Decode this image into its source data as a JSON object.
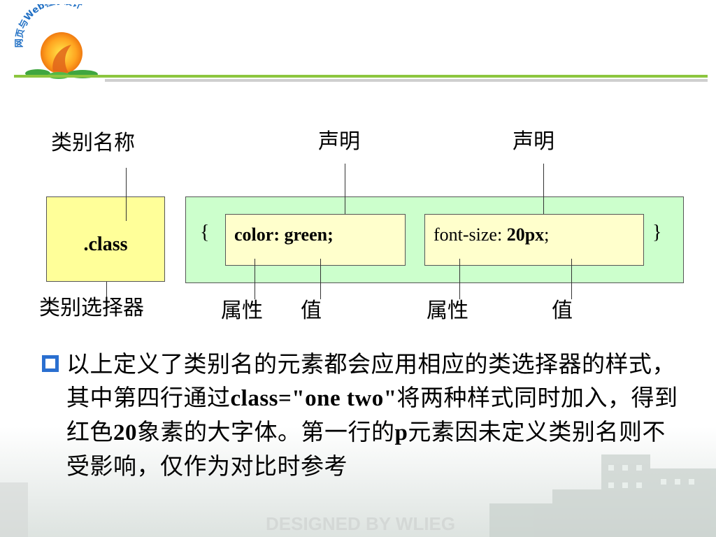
{
  "logo": {
    "text": "网页与Web程序设计"
  },
  "diagram": {
    "class_name_label": "类别名称",
    "declaration_label_1": "声明",
    "declaration_label_2": "声明",
    "selector_text": ".class",
    "class_selector_label": "类别选择器",
    "open_brace": "{",
    "close_brace": "}",
    "decl_1": {
      "property": "color",
      "colon": ":",
      "value": "green",
      "semicolon": ";"
    },
    "decl_2": {
      "property": "font-size",
      "colon": ":",
      "value": "20px",
      "semicolon": ";"
    },
    "property_label_1": "属性",
    "value_label_1": "值",
    "property_label_2": "属性",
    "value_label_2": "值"
  },
  "paragraph": {
    "bullet_icon": "square-bullet-icon",
    "p1": "以上定义了类别名的元素都会应用相应的类选择器的样式，其中第四行通过",
    "code1": "class=\"one  two\"",
    "p2": "将两种样式同时加入，得到红色",
    "num": "20",
    "p3": "象素的大字体。第一行的",
    "code2": "p",
    "p4": "元素因未定义类别名则不受影响，仅作为对比时参考"
  },
  "footer": {
    "watermark": "DESIGNED BY WLIEG"
  },
  "colors": {
    "selector_box": "#ffff99",
    "declaration_block": "#ccffcc",
    "declaration_box": "#ffffcc",
    "bullet": "#2a6fd0",
    "header_rule": "#8cc63f"
  }
}
